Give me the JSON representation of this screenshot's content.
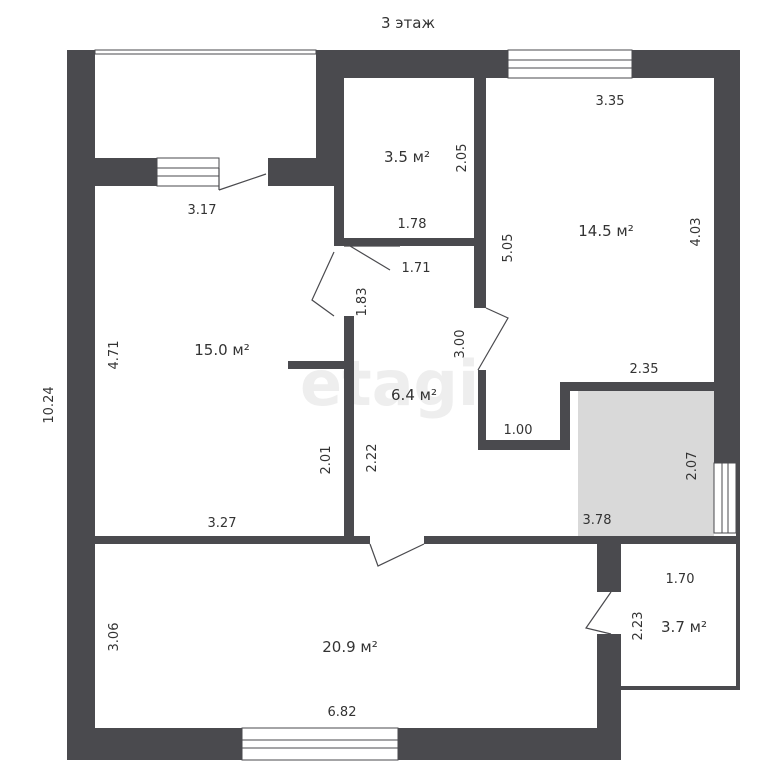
{
  "header": {
    "floor_label": "3 этаж"
  },
  "colors": {
    "wall": "#4a4a4e",
    "grey_room": "#d9d9d9",
    "text": "#333333",
    "window": "#ffffff",
    "watermark": "#eeeeee"
  },
  "watermark": {
    "brand": "etagi"
  },
  "overall": {
    "height_label": "10.24"
  },
  "rooms": {
    "room_15": {
      "area": "15.0 м²",
      "dim_left": "4.71",
      "dim_top": "3.17",
      "dim_bottom": "3.27",
      "dim_right": "2.01"
    },
    "room_3_5": {
      "area": "3.5 м²",
      "dim_right": "2.05",
      "dim_bottom": "1.78"
    },
    "room_14_5": {
      "area": "14.5 м²",
      "dim_top": "3.35",
      "dim_left": "5.05",
      "dim_right": "4.03",
      "dim_bottom": "2.35",
      "dim_step": "1.00"
    },
    "hall": {
      "area": "6.4 м²",
      "dim_a": "1.71",
      "dim_b": "1.83",
      "dim_c": "3.00",
      "dim_d": "2.22"
    },
    "grey": {
      "dim_right": "2.07",
      "dim_bottom": "3.78"
    },
    "room_20_9": {
      "area": "20.9 м²",
      "dim_left": "3.06",
      "dim_bottom": "6.82"
    },
    "room_3_7": {
      "area": "3.7 м²",
      "dim_top": "1.70",
      "dim_left": "2.23"
    }
  }
}
